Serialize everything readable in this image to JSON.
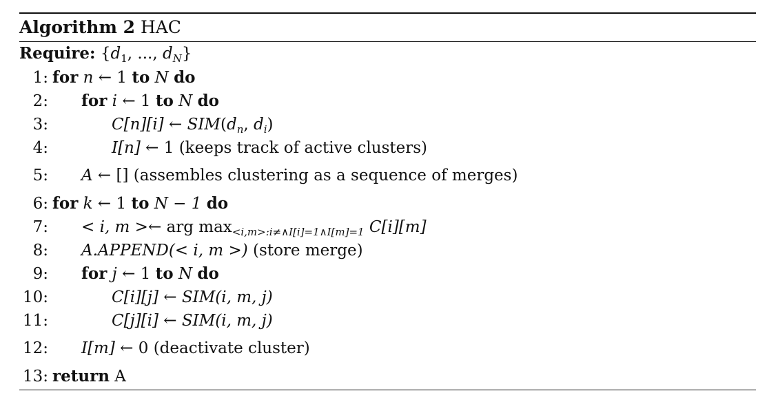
{
  "caption": {
    "label": "Algorithm 2",
    "title": "HAC"
  },
  "require": {
    "label": "Require:",
    "set_open": "{",
    "d1": "d",
    "d1_sub": "1",
    "sep": ", ..., ",
    "dN": "d",
    "dN_sub": "N",
    "set_close": "}"
  },
  "lines": [
    {
      "num": "1:",
      "kw_for": "for",
      "var": "n",
      "arrow": " ← 1 ",
      "kw_to": "to",
      "bound": "N",
      "kw_do": "do"
    },
    {
      "num": "2:",
      "kw_for": "for",
      "var": "i",
      "arrow": " ← 1 ",
      "kw_to": "to",
      "bound": "N",
      "kw_do": "do"
    },
    {
      "num": "3:",
      "lhs": "C[n][i]",
      "arrow": " ← ",
      "fn": "SIM",
      "args_open": "(",
      "a1": "d",
      "a1_sub": "n",
      "comma": ", ",
      "a2": "d",
      "a2_sub": "i",
      "args_close": ")"
    },
    {
      "num": "4:",
      "lhs": "I[n]",
      "arrow": " ← 1 ",
      "comment": "(keeps track of active clusters)"
    },
    {
      "num": "5:",
      "lhs": "A",
      "arrow": " ← [] ",
      "comment": "(assembles clustering as a sequence of merges)"
    },
    {
      "num": "6:",
      "kw_for": "for",
      "var": "k",
      "arrow": " ← 1 ",
      "kw_to": "to",
      "bound": "N − 1",
      "kw_do": "do"
    },
    {
      "num": "7:",
      "lhs": "< i, m >",
      "arrow": "← ",
      "op": "arg max",
      "sub": "<i,m>:i≠∧I[i]=1∧I[m]=1",
      "rhs": "C[i][m]"
    },
    {
      "num": "8:",
      "call": "A.APPEND(< i, m >)",
      "comment": " (store merge)"
    },
    {
      "num": "9:",
      "kw_for": "for",
      "var": "j",
      "arrow": " ← 1 ",
      "kw_to": "to",
      "bound": "N",
      "kw_do": "do"
    },
    {
      "num": "10:",
      "lhs": "C[i][j]",
      "arrow": " ← ",
      "rhs": "SIM(i, m, j)"
    },
    {
      "num": "11:",
      "lhs": "C[j][i]",
      "arrow": " ← ",
      "rhs": "SIM(i, m, j)"
    },
    {
      "num": "12:",
      "lhs": "I[m]",
      "arrow": " ← 0 ",
      "comment": "(deactivate cluster)"
    },
    {
      "num": "13:",
      "kw_return": "return",
      "value": "A"
    }
  ]
}
